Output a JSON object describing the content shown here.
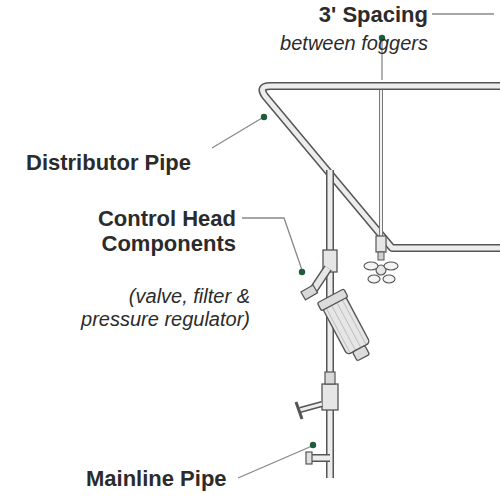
{
  "diagram": {
    "labels": [
      "3' Spacing",
      "between foggers",
      "Distributor Pipe",
      "Control Head Components",
      "(valve, filter & pressure regulator)",
      "Mainline Pipe"
    ]
  }
}
